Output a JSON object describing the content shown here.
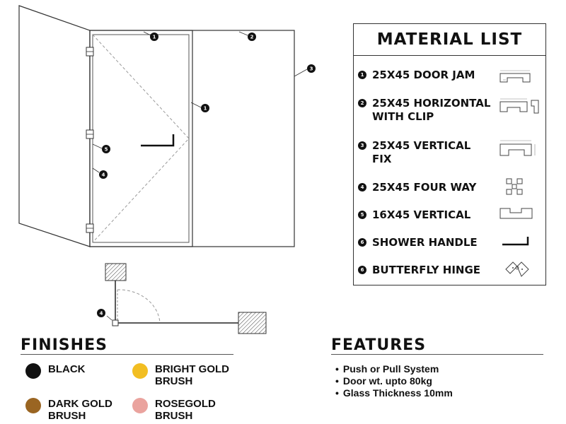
{
  "callouts": {
    "top_door_jam": "1",
    "top_horizontal": "2",
    "right_fix": "3",
    "side_door_jam": "1",
    "vertical_16x45": "5",
    "four_way": "4",
    "plan_four_way": "4"
  },
  "material_list": {
    "title": "MATERIAL LIST",
    "items": [
      {
        "num": "1",
        "label": "25X45 DOOR JAM",
        "icon": "door-jam-profile-icon"
      },
      {
        "num": "2",
        "label": "25X45 HORIZONTAL\nWITH CLIP",
        "icon": "horizontal-clip-profile-icon"
      },
      {
        "num": "3",
        "label": "25X45 VERTICAL\nFIX",
        "icon": "vertical-fix-profile-icon"
      },
      {
        "num": "4",
        "label": "25X45 FOUR WAY",
        "icon": "four-way-profile-icon"
      },
      {
        "num": "5",
        "label": "16X45 VERTICAL",
        "icon": "vertical-16x45-profile-icon"
      },
      {
        "num": "6",
        "label": "SHOWER HANDLE",
        "icon": "shower-handle-icon"
      },
      {
        "num": "6",
        "label": "BUTTERFLY HINGE",
        "icon": "butterfly-hinge-icon"
      }
    ]
  },
  "finishes": {
    "title": "FINISHES",
    "items": [
      {
        "label": "BLACK",
        "color": "#111111"
      },
      {
        "label": "BRIGHT GOLD\nBRUSH",
        "color": "#f2be22"
      },
      {
        "label": "DARK GOLD\nBRUSH",
        "color": "#9a6522"
      },
      {
        "label": "ROSEGOLD\nBRUSH",
        "color": "#eaa39e"
      }
    ]
  },
  "features": {
    "title": "FEATURES",
    "items": [
      "Push or Pull System",
      "Door wt. upto 80kg",
      "Glass Thickness 10mm"
    ]
  }
}
